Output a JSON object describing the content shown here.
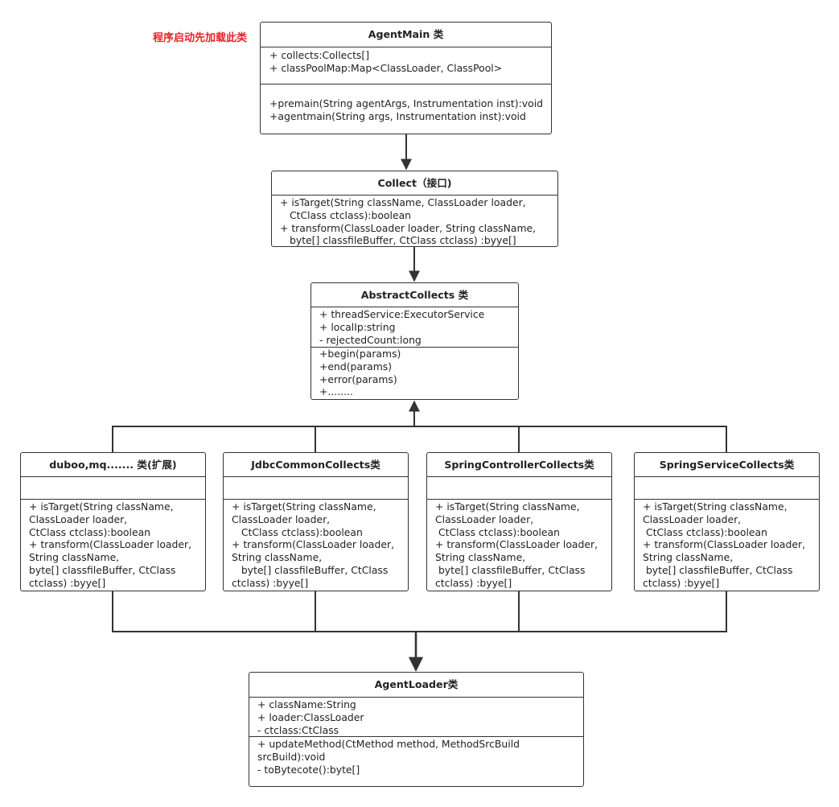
{
  "note": "程序启动先加载此类",
  "agent_main": {
    "title": "AgentMain 类",
    "fields": [
      "+ collects:Collects[]",
      "+ classPoolMap:Map<ClassLoader, ClassPool>"
    ],
    "methods": [
      "+premain(String agentArgs, Instrumentation inst):void",
      "+agentmain(String args, Instrumentation inst):void"
    ]
  },
  "collect": {
    "title": "Collect（接口)",
    "methods": [
      "+ isTarget(String className, ClassLoader loader,",
      "CtClass ctclass):boolean",
      "+ transform(ClassLoader loader, String className,",
      "byte[] classfileBuffer, CtClass ctclass) :byye[]"
    ]
  },
  "abstract_collects": {
    "title": "AbstractCollects 类",
    "fields": [
      "+ threadService:ExecutorService",
      "+ localIp:string",
      "- rejectedCount:long"
    ],
    "methods": [
      "+begin(params)",
      "+end(params)",
      "+error(params)",
      "+........"
    ]
  },
  "subclasses": [
    {
      "title": "duboo,mq....... 类(扩展)",
      "methods": [
        "+ isTarget(String className,",
        "ClassLoader loader,",
        " CtClass ctclass):boolean",
        "+ transform(ClassLoader loader,",
        "String className,",
        " byte[] classfileBuffer, CtClass",
        "ctclass) :byye[]"
      ]
    },
    {
      "title": "JdbcCommonCollects类",
      "methods": [
        "+ isTarget(String className,",
        "ClassLoader loader,",
        "   CtClass ctclass):boolean",
        "+ transform(ClassLoader loader,",
        "String className,",
        "   byte[] classfileBuffer, CtClass",
        "ctclass) :byye[]"
      ]
    },
    {
      "title": "SpringControllerCollects类",
      "methods": [
        "+ isTarget(String className,",
        "ClassLoader loader,",
        " CtClass ctclass):boolean",
        "+ transform(ClassLoader loader,",
        "String className,",
        " byte[] classfileBuffer, CtClass",
        "ctclass) :byye[]"
      ]
    },
    {
      "title": "SpringServiceCollects类",
      "methods": [
        "+ isTarget(String className,",
        "ClassLoader loader,",
        " CtClass ctclass):boolean",
        "+ transform(ClassLoader loader,",
        "String className,",
        " byte[] classfileBuffer, CtClass",
        "ctclass) :byye[]"
      ]
    }
  ],
  "agent_loader": {
    "title": "AgentLoader类",
    "fields": [
      "+ className:String",
      "+ loader:ClassLoader",
      "- ctclass:CtClass"
    ],
    "methods": [
      "+ updateMethod(CtMethod method, MethodSrcBuild",
      "srcBuild):void",
      "- toBytecote():byte[]"
    ]
  }
}
